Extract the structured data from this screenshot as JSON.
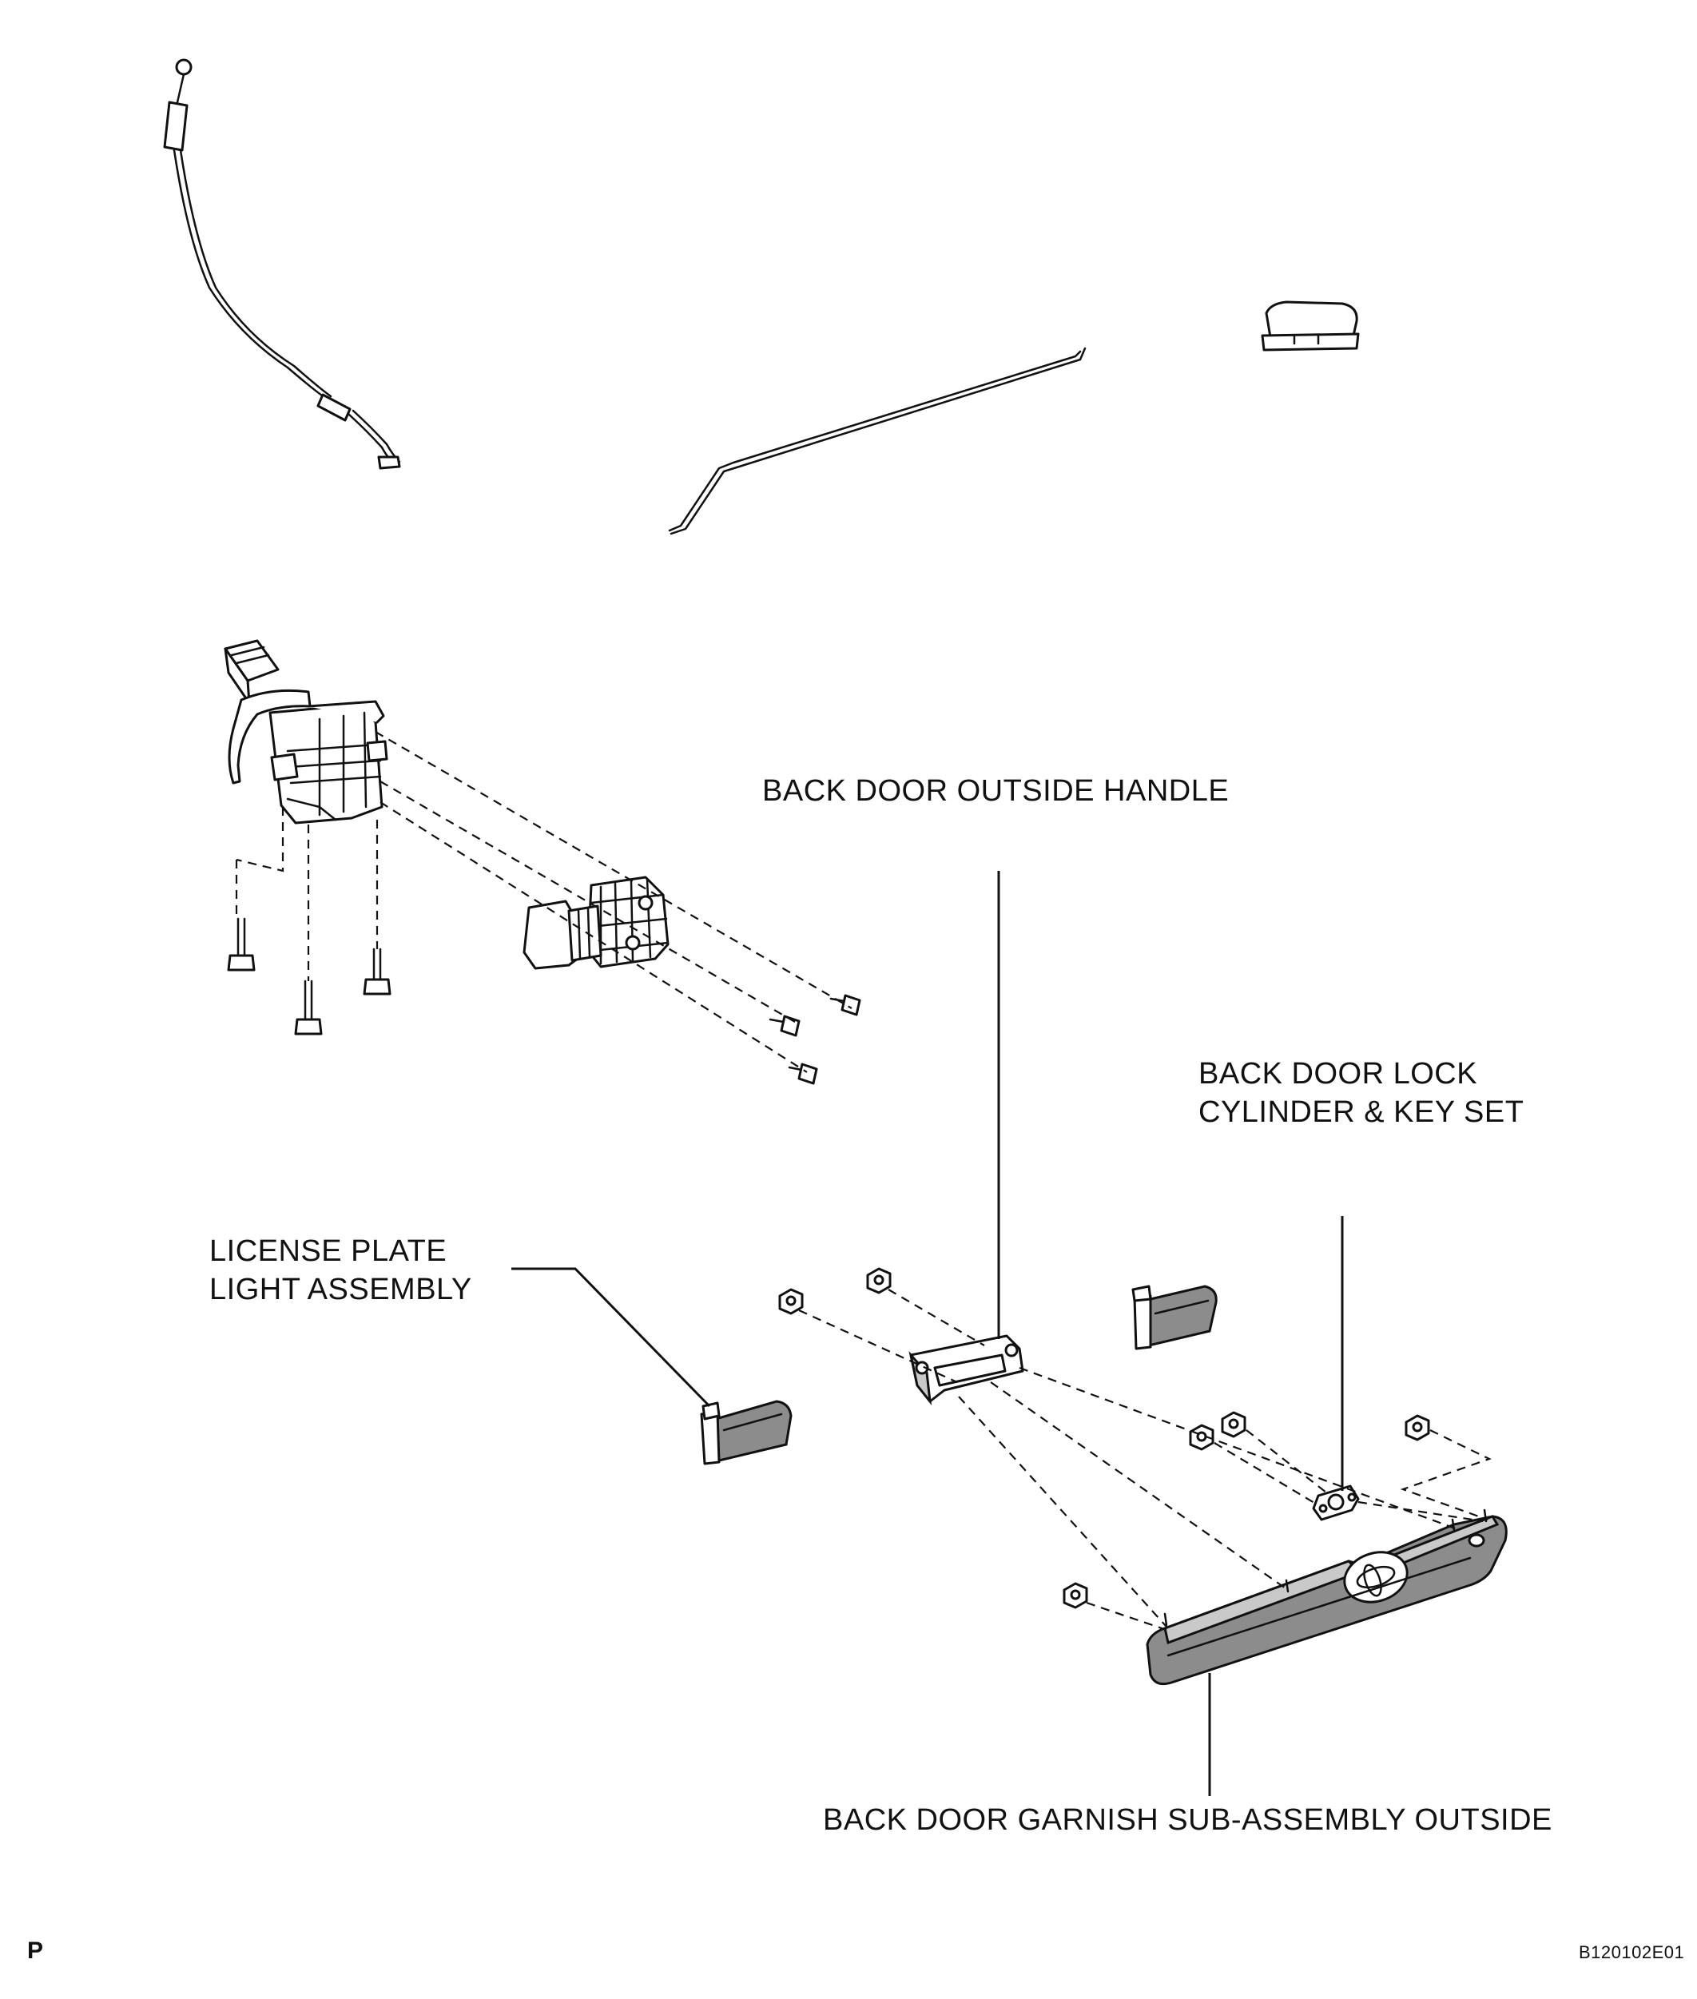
{
  "labels": {
    "outside_handle": "BACK DOOR OUTSIDE HANDLE",
    "lock_cylinder_line1": "BACK DOOR LOCK",
    "lock_cylinder_line2": "CYLINDER & KEY SET",
    "license_light_line1": "LICENSE PLATE",
    "license_light_line2": "LIGHT ASSEMBLY",
    "garnish": "BACK DOOR GARNISH SUB-ASSEMBLY OUTSIDE"
  },
  "corner_mark": "P",
  "figure_code": "B120102E01"
}
